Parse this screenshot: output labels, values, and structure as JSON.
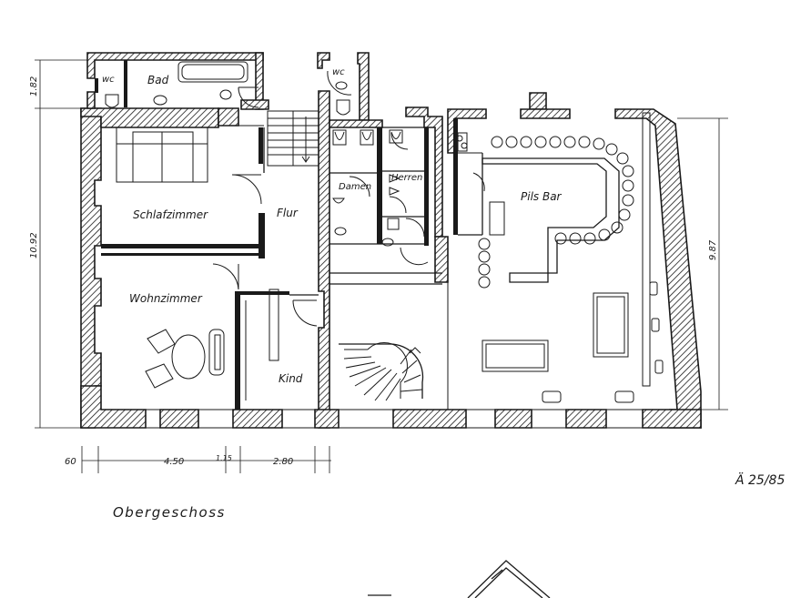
{
  "floor_plan": {
    "title": "Obergeschoss",
    "stamp": "Ä 25/85",
    "rooms": {
      "bad": "Bad",
      "wc_left": "wc",
      "wc_right": "wc",
      "schlafzimmer": "Schlafzimmer",
      "flur": "Flur",
      "wohnzimmer": "Wohnzimmer",
      "kind": "Kind",
      "damen": "Damen",
      "herren": "Herren",
      "pils_bar": "Pils Bar"
    },
    "dimensions": {
      "left_top": "1.82",
      "left_main": "10.92",
      "right_main": "9.87",
      "bottom_1": "60",
      "bottom_2": "4.50",
      "bottom_3": "1.15",
      "bottom_4": "2.80"
    }
  }
}
